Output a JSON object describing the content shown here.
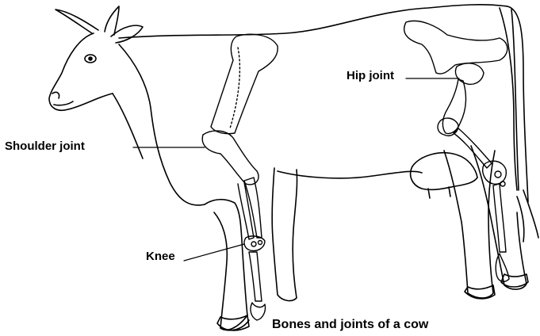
{
  "labels": {
    "hip": "Hip joint",
    "shoulder": "Shoulder joint",
    "knee": "Knee"
  },
  "caption": "Bones and joints of a cow",
  "colors": {
    "ink": "#000000",
    "background": "#ffffff"
  }
}
